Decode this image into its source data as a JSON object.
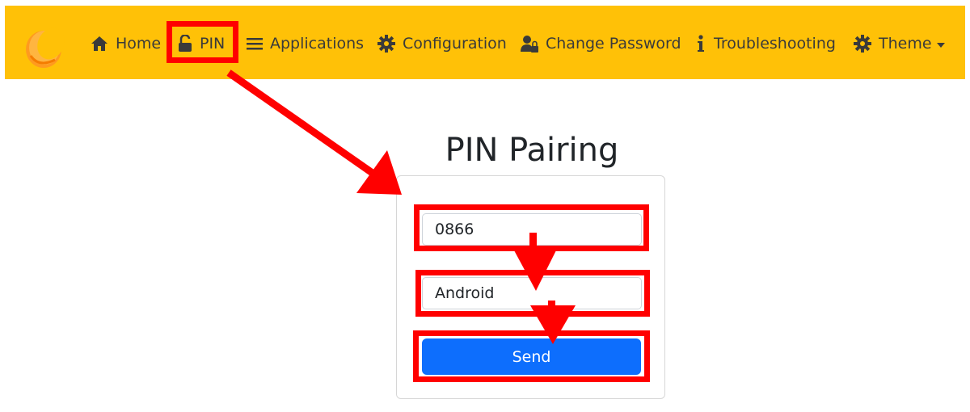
{
  "nav": {
    "logo_icon": "sunshine-logo",
    "items": [
      {
        "label": "Home",
        "icon": "home-icon"
      },
      {
        "label": "PIN",
        "icon": "unlock-icon"
      },
      {
        "label": "Applications",
        "icon": "list-icon"
      },
      {
        "label": "Configuration",
        "icon": "gear-icon"
      },
      {
        "label": "Change Password",
        "icon": "user-lock-icon"
      },
      {
        "label": "Troubleshooting",
        "icon": "info-icon"
      },
      {
        "label": "Theme",
        "icon": "gear-icon"
      }
    ]
  },
  "page": {
    "title": "PIN Pairing"
  },
  "form": {
    "pin_value": "0866",
    "device_name_value": "Android",
    "send_label": "Send"
  },
  "colors": {
    "navbar": "#ffc107",
    "primary_button": "#0d6efd",
    "annotation_red": "#ff0000"
  }
}
